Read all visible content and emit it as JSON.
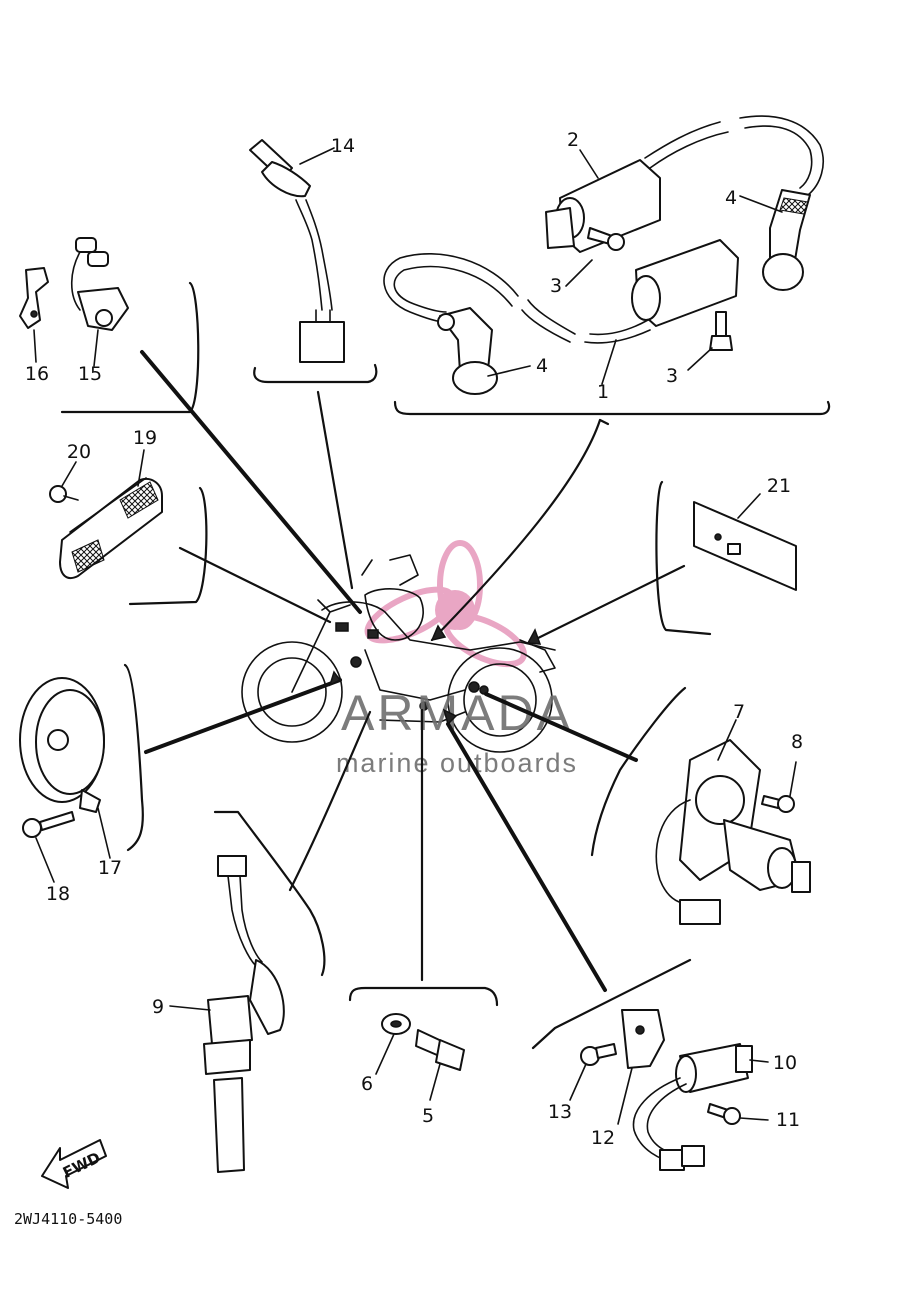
{
  "diagram_code": "2WJ4110-5400",
  "direction_label": "FWD",
  "watermark": {
    "brand": "ARMADA",
    "tagline": "marine outboards",
    "accent_color": "#e9a6c4"
  },
  "callouts": [
    {
      "id": "c1",
      "label": "1"
    },
    {
      "id": "c2",
      "label": "2"
    },
    {
      "id": "c3a",
      "label": "3"
    },
    {
      "id": "c3b",
      "label": "3"
    },
    {
      "id": "c4a",
      "label": "4"
    },
    {
      "id": "c4b",
      "label": "4"
    },
    {
      "id": "c5",
      "label": "5"
    },
    {
      "id": "c6",
      "label": "6"
    },
    {
      "id": "c7",
      "label": "7"
    },
    {
      "id": "c8",
      "label": "8"
    },
    {
      "id": "c9",
      "label": "9"
    },
    {
      "id": "c10",
      "label": "10"
    },
    {
      "id": "c11",
      "label": "11"
    },
    {
      "id": "c12",
      "label": "12"
    },
    {
      "id": "c13",
      "label": "13"
    },
    {
      "id": "c14",
      "label": "14"
    },
    {
      "id": "c15",
      "label": "15"
    },
    {
      "id": "c16",
      "label": "16"
    },
    {
      "id": "c17",
      "label": "17"
    },
    {
      "id": "c18",
      "label": "18"
    },
    {
      "id": "c19",
      "label": "19"
    },
    {
      "id": "c20",
      "label": "20"
    },
    {
      "id": "c21",
      "label": "21"
    }
  ]
}
